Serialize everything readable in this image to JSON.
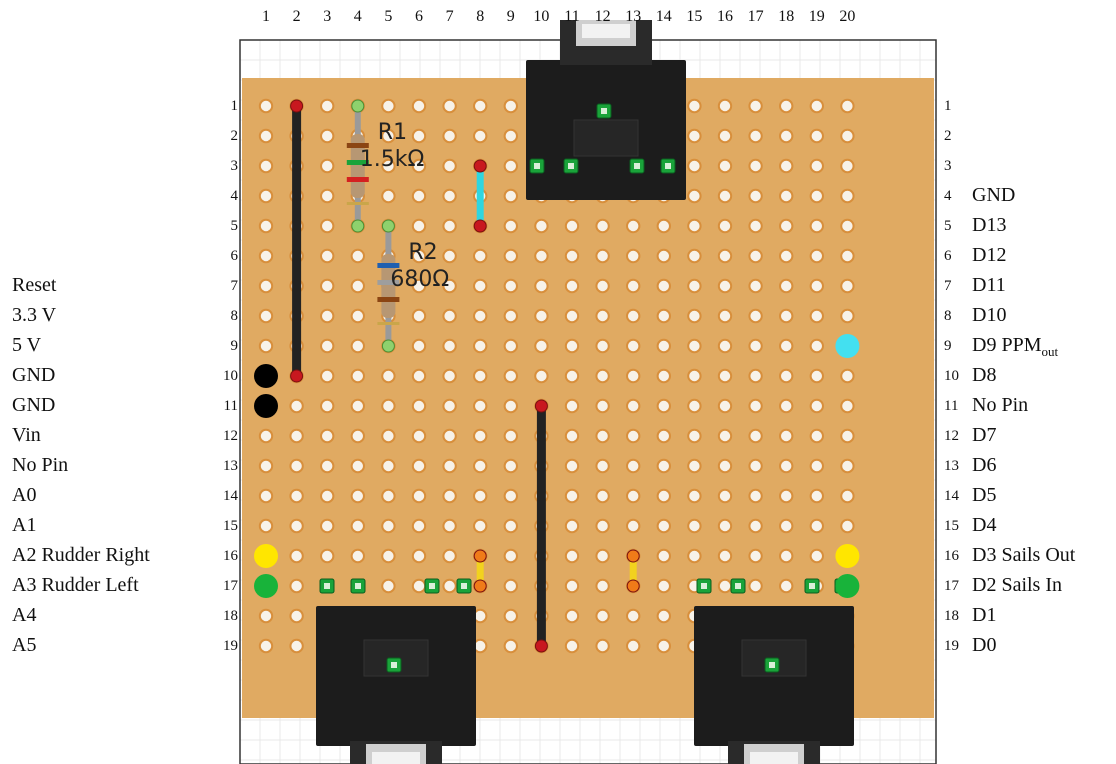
{
  "diagram": {
    "column_numbers": [
      "1",
      "2",
      "3",
      "4",
      "5",
      "6",
      "7",
      "8",
      "9",
      "10",
      "11",
      "12",
      "13",
      "14",
      "15",
      "16",
      "17",
      "18",
      "19",
      "20"
    ],
    "row_numbers": [
      "1",
      "2",
      "3",
      "4",
      "5",
      "6",
      "7",
      "8",
      "9",
      "10",
      "11",
      "12",
      "13",
      "14",
      "15",
      "16",
      "17",
      "18",
      "19"
    ],
    "left_pins": [
      {
        "row": 7,
        "label": "Reset"
      },
      {
        "row": 8,
        "label": "3.3 V"
      },
      {
        "row": 9,
        "label": "5 V"
      },
      {
        "row": 10,
        "label": "GND"
      },
      {
        "row": 11,
        "label": "GND"
      },
      {
        "row": 12,
        "label": "Vin"
      },
      {
        "row": 13,
        "label": "No Pin"
      },
      {
        "row": 14,
        "label": "A0"
      },
      {
        "row": 15,
        "label": "A1"
      },
      {
        "row": 16,
        "label": "A2 Rudder Right"
      },
      {
        "row": 17,
        "label": "A3 Rudder Left"
      },
      {
        "row": 18,
        "label": "A4"
      },
      {
        "row": 19,
        "label": "A5"
      }
    ],
    "right_pins": [
      {
        "row": 4,
        "label": "GND"
      },
      {
        "row": 5,
        "label": "D13"
      },
      {
        "row": 6,
        "label": "D12"
      },
      {
        "row": 7,
        "label": "D11"
      },
      {
        "row": 8,
        "label": "D10"
      },
      {
        "row": 9,
        "label": "D9 PPM",
        "sub": "out"
      },
      {
        "row": 10,
        "label": "D8"
      },
      {
        "row": 11,
        "label": "No Pin"
      },
      {
        "row": 12,
        "label": "D7"
      },
      {
        "row": 13,
        "label": "D6"
      },
      {
        "row": 14,
        "label": "D5"
      },
      {
        "row": 15,
        "label": "D4"
      },
      {
        "row": 16,
        "label": "D3 Sails Out"
      },
      {
        "row": 17,
        "label": "D2 Sails In"
      },
      {
        "row": 18,
        "label": "D1"
      },
      {
        "row": 19,
        "label": "D0"
      }
    ],
    "resistors": [
      {
        "name": "R1",
        "value": "1.5kΩ",
        "col": 4,
        "row_start": 1,
        "row_end": 5,
        "bands": [
          "#8b4513",
          "#1aa33a",
          "#d42020"
        ]
      },
      {
        "name": "R2",
        "value": "680Ω",
        "col": 5,
        "row_start": 5,
        "row_end": 9,
        "bands": [
          "#1f5fb0",
          "#9e9e9e",
          "#8b4513"
        ]
      }
    ],
    "wires": [
      {
        "col": 2,
        "row_start": 1,
        "row_end": 10,
        "color": "#222222"
      },
      {
        "col": 10,
        "row_start": 11,
        "row_end": 19,
        "color": "#222222"
      },
      {
        "col": 8,
        "row_start": 3,
        "row_end": 5,
        "color": "#2fd6e0"
      },
      {
        "col": 8,
        "row_start": 16,
        "row_end": 17,
        "color": "#f2d21e"
      },
      {
        "col": 13,
        "row_start": 16,
        "row_end": 17,
        "color": "#f2d21e"
      }
    ],
    "jumper_dots": [
      {
        "col": 1,
        "row": 10,
        "color": "#000000"
      },
      {
        "col": 1,
        "row": 11,
        "color": "#000000"
      },
      {
        "col": 1,
        "row": 16,
        "color": "#ffe600"
      },
      {
        "col": 1,
        "row": 17,
        "color": "#18b33a"
      },
      {
        "col": 20,
        "row": 9,
        "color": "#43e0f0"
      },
      {
        "col": 20,
        "row": 16,
        "color": "#ffe600"
      },
      {
        "col": 20,
        "row": 17,
        "color": "#18b33a"
      }
    ],
    "colors": {
      "board": "#e0aa62",
      "hole": "#f7f2e9",
      "copper_ring": "#d88f3c",
      "jack_body": "#1c1c1c",
      "jack_pad": "#1aa33a"
    }
  }
}
